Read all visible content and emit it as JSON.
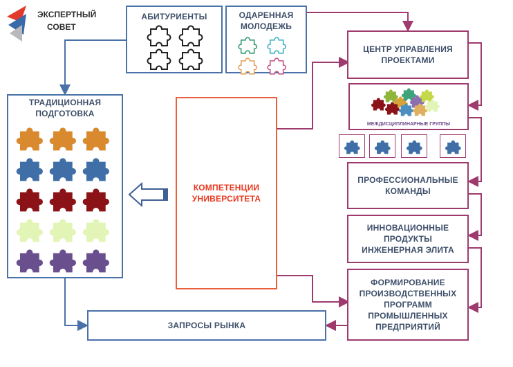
{
  "logo": {
    "line1": "ЭКСПЕРТНЫЙ",
    "line2": "СОВЕТ"
  },
  "nodes": {
    "abiturienty": "АБИТУРИЕНТЫ",
    "odarennaya": "ОДАРЕННАЯ МОЛОДЕЖЬ",
    "traditional": "ТРАДИЦИОННАЯ ПОДГОТОВКА",
    "competencies": "КОМПЕТЕНЦИИ УНИВЕРСИТЕТА",
    "center": "ЦЕНТР УПРАВЛЕНИЯ ПРОЕКТАМИ",
    "interdisciplinary": "МЕЖДИСЦИПЛИНАРНЫЕ ГРУППЫ",
    "professional": "ПРОФЕССИОНАЛЬНЫЕ КОМАНДЫ",
    "innovative": "ИННОВАЦИОННЫЕ ПРОДУКТЫ ИНЖЕНЕРНАЯ ЭЛИТА",
    "formation": "ФОРМИРОВАНИЕ ПРОИЗВОДСТВЕННЫХ ПРОГРАММ ПРОМЫШЛЕННЫХ ПРЕДПРИЯТИЙ",
    "market": "ЗАПРОСЫ РЫНКА"
  },
  "colors": {
    "blue_line": "#4a72a8",
    "magenta_line": "#9e3a6e",
    "competencies_text": "#e8381f",
    "competencies_border": "#e8603c",
    "label_text": "#3e4f6a",
    "puzzle_orange": "#d98a2e",
    "puzzle_blue": "#3f6fa6",
    "puzzle_darkred": "#8b1216",
    "puzzle_lightgreen": "#e2f5b7",
    "puzzle_purple": "#6a4f8f",
    "outline_green": "#2f9a6e",
    "outline_teal": "#3fb0c4",
    "outline_orange": "#e3a05a",
    "outline_pink": "#c7528a"
  },
  "icons": {
    "puzzle": "puzzle-piece-icon",
    "arrow": "hollow-left-arrow-icon",
    "logo": "expert-council-logo-icon"
  }
}
